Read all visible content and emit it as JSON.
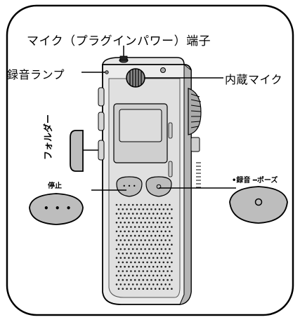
{
  "labels": {
    "mic_plugin_power": "マイク（プラグインパワー）端子",
    "recording_lamp": "録音ランプ",
    "built_in_mic": "内蔵マイク",
    "folder": "フォルダー",
    "stop": "停止",
    "record_pause": "•録音 ━ポーズ"
  },
  "glyphs": {
    "stop_dots": "• • •",
    "record_circle": "○"
  },
  "colors": {
    "line": "#000000",
    "device_light": "#ececec",
    "device_mid": "#c8c8c8",
    "device_dark": "#8a8a8a",
    "button_gray": "#bdbdbd",
    "background": "#ffffff"
  }
}
